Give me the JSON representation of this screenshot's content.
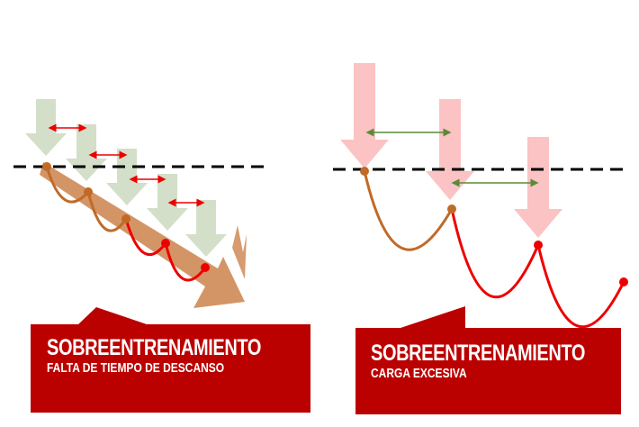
{
  "left_panel": {
    "title": "SOBREENTRENAMIENTO",
    "subtitle": "FALTA DE TIEMPO DE DESCANSO"
  },
  "right_panel": {
    "title": "SOBREENTRENAMIENTO",
    "subtitle": "CARGA EXCESIVA"
  },
  "colors": {
    "label_bg": "#bb0000",
    "green_arrow": "#d3dfc9",
    "pink_arrow": "#fbc3c3",
    "brown": "#c06a28",
    "red": "#ee0000"
  }
}
